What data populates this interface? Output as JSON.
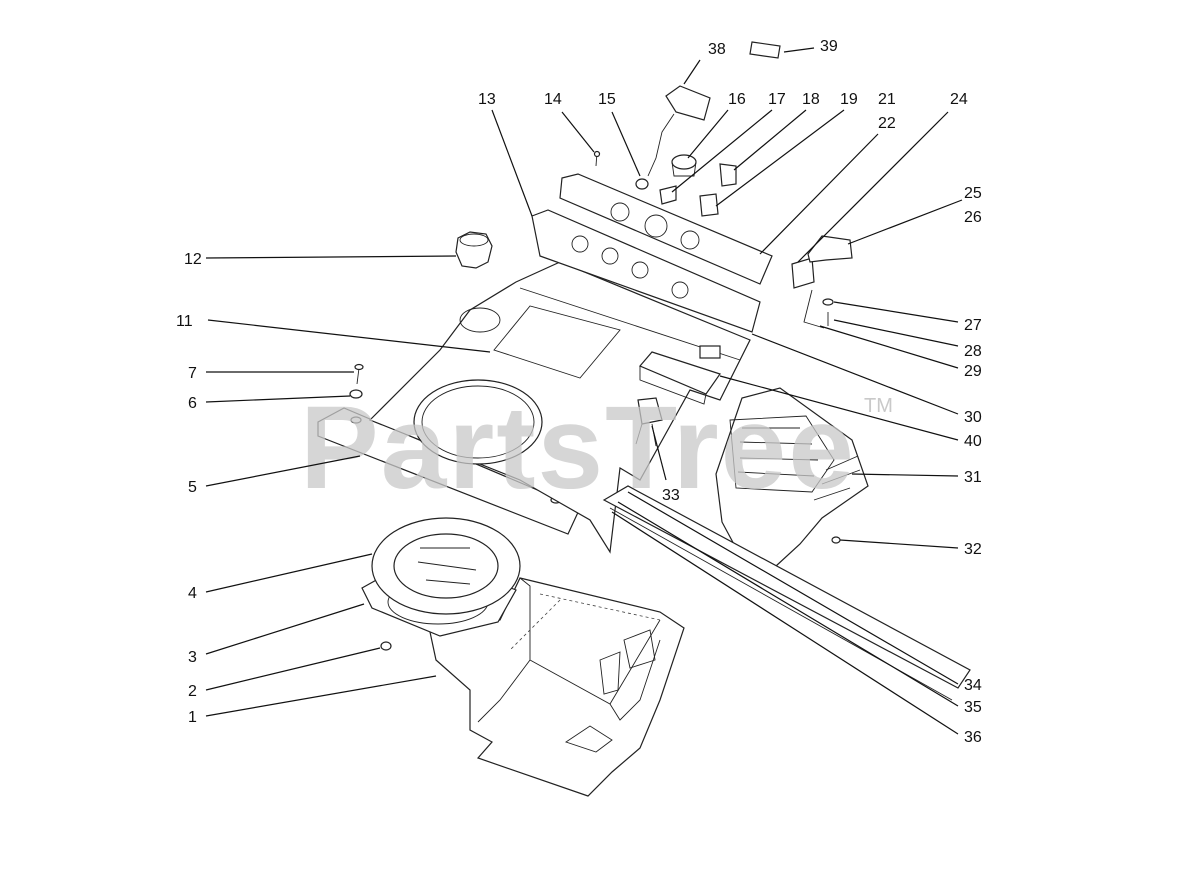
{
  "watermark": {
    "text": "PartsTree",
    "tm": "TM"
  },
  "callouts": [
    {
      "id": "38",
      "label": "38"
    },
    {
      "id": "39",
      "label": "39"
    },
    {
      "id": "13",
      "label": "13"
    },
    {
      "id": "14",
      "label": "14"
    },
    {
      "id": "15",
      "label": "15"
    },
    {
      "id": "16",
      "label": "16"
    },
    {
      "id": "17",
      "label": "17"
    },
    {
      "id": "18",
      "label": "18"
    },
    {
      "id": "19",
      "label": "19"
    },
    {
      "id": "21",
      "label": "21"
    },
    {
      "id": "22",
      "label": "22"
    },
    {
      "id": "24",
      "label": "24"
    },
    {
      "id": "25",
      "label": "25"
    },
    {
      "id": "26",
      "label": "26"
    },
    {
      "id": "12",
      "label": "12"
    },
    {
      "id": "11",
      "label": "11"
    },
    {
      "id": "27",
      "label": "27"
    },
    {
      "id": "28",
      "label": "28"
    },
    {
      "id": "29",
      "label": "29"
    },
    {
      "id": "7",
      "label": "7"
    },
    {
      "id": "6",
      "label": "6"
    },
    {
      "id": "30",
      "label": "30"
    },
    {
      "id": "40",
      "label": "40"
    },
    {
      "id": "31",
      "label": "31"
    },
    {
      "id": "5",
      "label": "5"
    },
    {
      "id": "33",
      "label": "33"
    },
    {
      "id": "32",
      "label": "32"
    },
    {
      "id": "4",
      "label": "4"
    },
    {
      "id": "3",
      "label": "3"
    },
    {
      "id": "2",
      "label": "2"
    },
    {
      "id": "1",
      "label": "1"
    },
    {
      "id": "34",
      "label": "34"
    },
    {
      "id": "35",
      "label": "35"
    },
    {
      "id": "36",
      "label": "36"
    }
  ]
}
